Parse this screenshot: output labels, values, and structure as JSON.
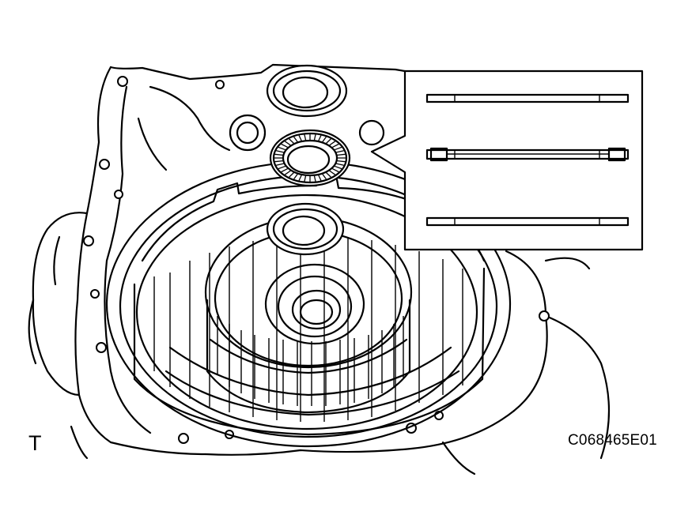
{
  "corner_mark": "T",
  "figure_code": "C068465E01",
  "inset": {
    "parts": [
      "thrust-washer",
      "thrust-bearing",
      "thrust-washer"
    ]
  },
  "stack": [
    "thrust-washer",
    "needle-thrust-bearing",
    "thrust-washer"
  ]
}
